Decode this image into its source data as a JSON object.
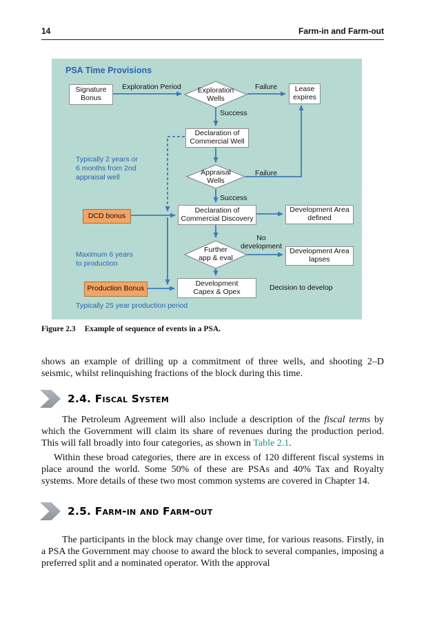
{
  "page": {
    "number": "14",
    "running_head": "Farm-in and Farm-out"
  },
  "figure": {
    "title": "PSA Time Provisions",
    "caption_label": "Figure 2.3",
    "caption_text": "Example of sequence of events in a PSA.",
    "nodes": {
      "signature_bonus": [
        "Signature",
        "Bonus"
      ],
      "exploration_wells": [
        "Exploration",
        "Wells"
      ],
      "lease_expires": [
        "Lease",
        "expires"
      ],
      "declaration_commercial_well": [
        "Declaration of",
        "Commercial Well"
      ],
      "appraisal_wells": [
        "Appraisal",
        "Wells"
      ],
      "declaration_commercial_discovery": [
        "Declaration of",
        "Commercial Discovery"
      ],
      "dcd_bonus": [
        "DCD bonus"
      ],
      "development_area_defined": [
        "Development Area",
        "defined"
      ],
      "further_app_eval": [
        "Further",
        "app & eval"
      ],
      "development_area_lapses": [
        "Development Area",
        "lapses"
      ],
      "development_capex_opex": [
        "Development",
        "Capex & Opex"
      ],
      "production_bonus": [
        "Production Bonus"
      ]
    },
    "labels": {
      "exploration_period": "Exploration Period",
      "failure_exploration": "Failure",
      "success_exploration": "Success",
      "failure_appraisal": "Failure",
      "success_appraisal": "Success",
      "no_development": [
        "No",
        "development"
      ],
      "decision_to_develop": "Decision to develop"
    },
    "annotations": {
      "appraisal_timing": [
        "Typically 2 years or",
        "6 months from 2nd",
        "appraisal well"
      ],
      "production_timing": [
        "Maximum 6 years",
        "to production"
      ],
      "production_period": "Typically 25 year production period"
    },
    "colors": {
      "background": "#b6d9d1",
      "blue_text": "#2a64ae",
      "arrow_blue": "#3d7ab8",
      "bonus_orange": "#f3a464"
    }
  },
  "content": {
    "para_intro": "shows an example of drilling up a commitment of three wells, and shooting 2–D seismic, whilst relinquishing fractions of the block during this time.",
    "section_24": {
      "number": "2.4.",
      "title": "Fiscal System"
    },
    "fiscal_para": {
      "part1": "The Petroleum Agreement will also include a description of the ",
      "italic": "fiscal terms",
      "part2": " by which the Government will claim its share of revenues during the production period. This will fall broadly into four categories, as shown in ",
      "link": "Table 2.1",
      "part3": "."
    },
    "categories_para": "Within these broad categories, there are in excess of 120 different fiscal systems in place around the world. Some 50% of these are PSAs and 40% Tax and Royalty systems. More details of these two most common systems are covered in Chapter 14.",
    "section_25": {
      "number": "2.5.",
      "title": "Farm-in and Farm-out"
    },
    "participants_para": "The participants in the block may change over time, for various reasons. Firstly, in a PSA the Government may choose to award the block to several companies, imposing a preferred split and a nominated operator. With the approval"
  }
}
